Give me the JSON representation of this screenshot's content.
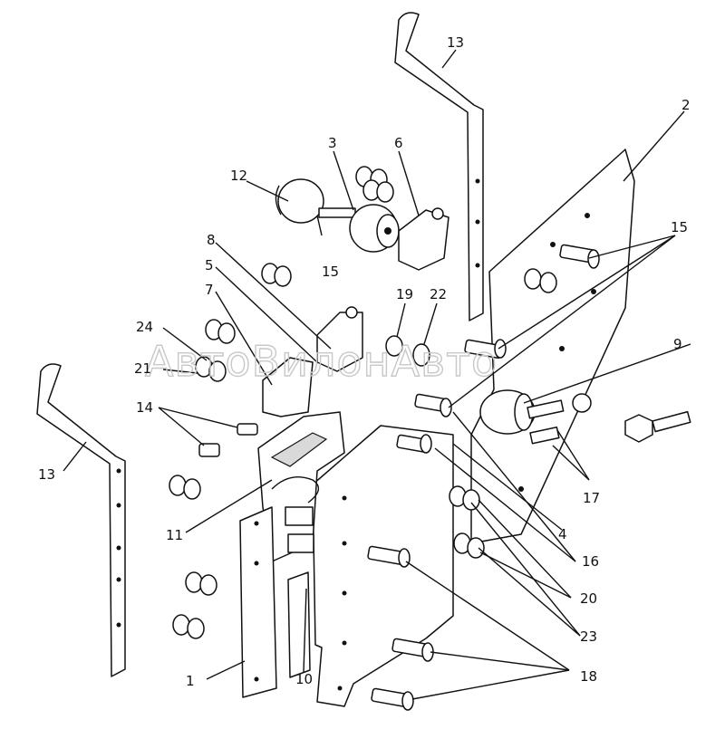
{
  "watermark": "АвтоВилонАвто",
  "callouts": {
    "c1": "1",
    "c2": "2",
    "c3": "3",
    "c4": "4",
    "c5": "5",
    "c6": "6",
    "c7": "7",
    "c8": "8",
    "c9": "9",
    "c10": "10",
    "c11": "11",
    "c12": "12",
    "c13a": "13",
    "c13b": "13",
    "c14": "14",
    "c15a": "15",
    "c15b": "15",
    "c16": "16",
    "c17": "17",
    "c18": "18",
    "c19": "19",
    "c20": "20",
    "c21": "21",
    "c22": "22",
    "c23": "23",
    "c24": "24"
  }
}
